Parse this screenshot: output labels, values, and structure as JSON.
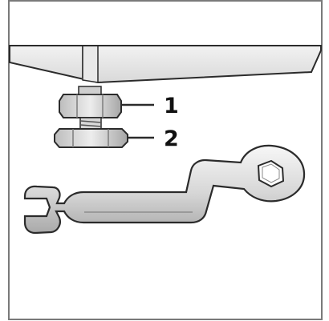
{
  "diagram": {
    "callouts": [
      {
        "label": "1",
        "target": "upper-lock-nut"
      },
      {
        "label": "2",
        "target": "lower-adjustable-foot"
      }
    ],
    "icons": [
      "appliance-base",
      "upper-lock-nut",
      "threaded-bolt",
      "lower-adjustable-foot",
      "open-end-wrench"
    ],
    "colors": {
      "metal_light": "#e6e6e6",
      "metal_mid": "#c9c9c9",
      "metal_dark": "#8f8f8f",
      "outline": "#2b2b2b",
      "frame_border": "#7a7a7a"
    }
  }
}
